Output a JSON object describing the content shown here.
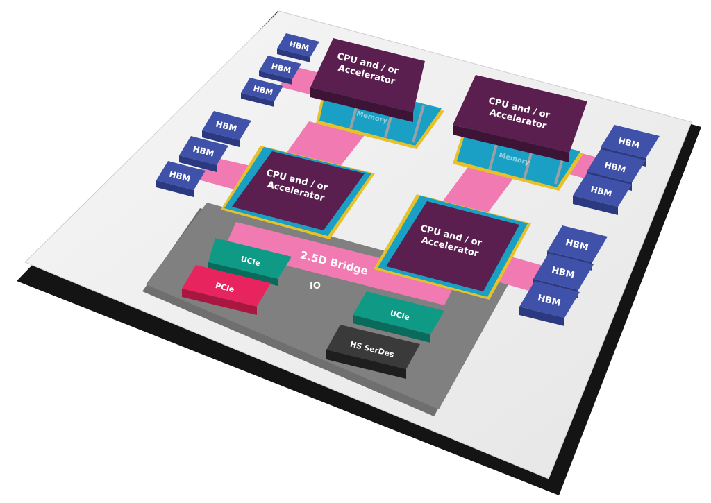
{
  "labels": {
    "cpu": [
      "CPU and / or",
      "Accelerator"
    ],
    "memory": "Memory",
    "hbm": "HBM",
    "ucie": "UCIe",
    "pcie": "PCIe",
    "io": "IO",
    "bridge": "2.5D Bridge",
    "serdes": "HS SerDes"
  },
  "colors": {
    "substrate": "#efefef",
    "substrate_edge": "#1a1a1a",
    "io_die": "#777777",
    "cpu": "#5a1f4f",
    "cpu_side": "#3d1436",
    "cpu_ring_teal": "#1aa0c4",
    "cpu_ring_gold": "#e7c12a",
    "hbm": "#3f51a8",
    "hbm_side": "#2b3a80",
    "bridge": "#f07ab1",
    "ucie": "#0f9a86",
    "pcie": "#e8245f",
    "serdes": "#333333"
  }
}
